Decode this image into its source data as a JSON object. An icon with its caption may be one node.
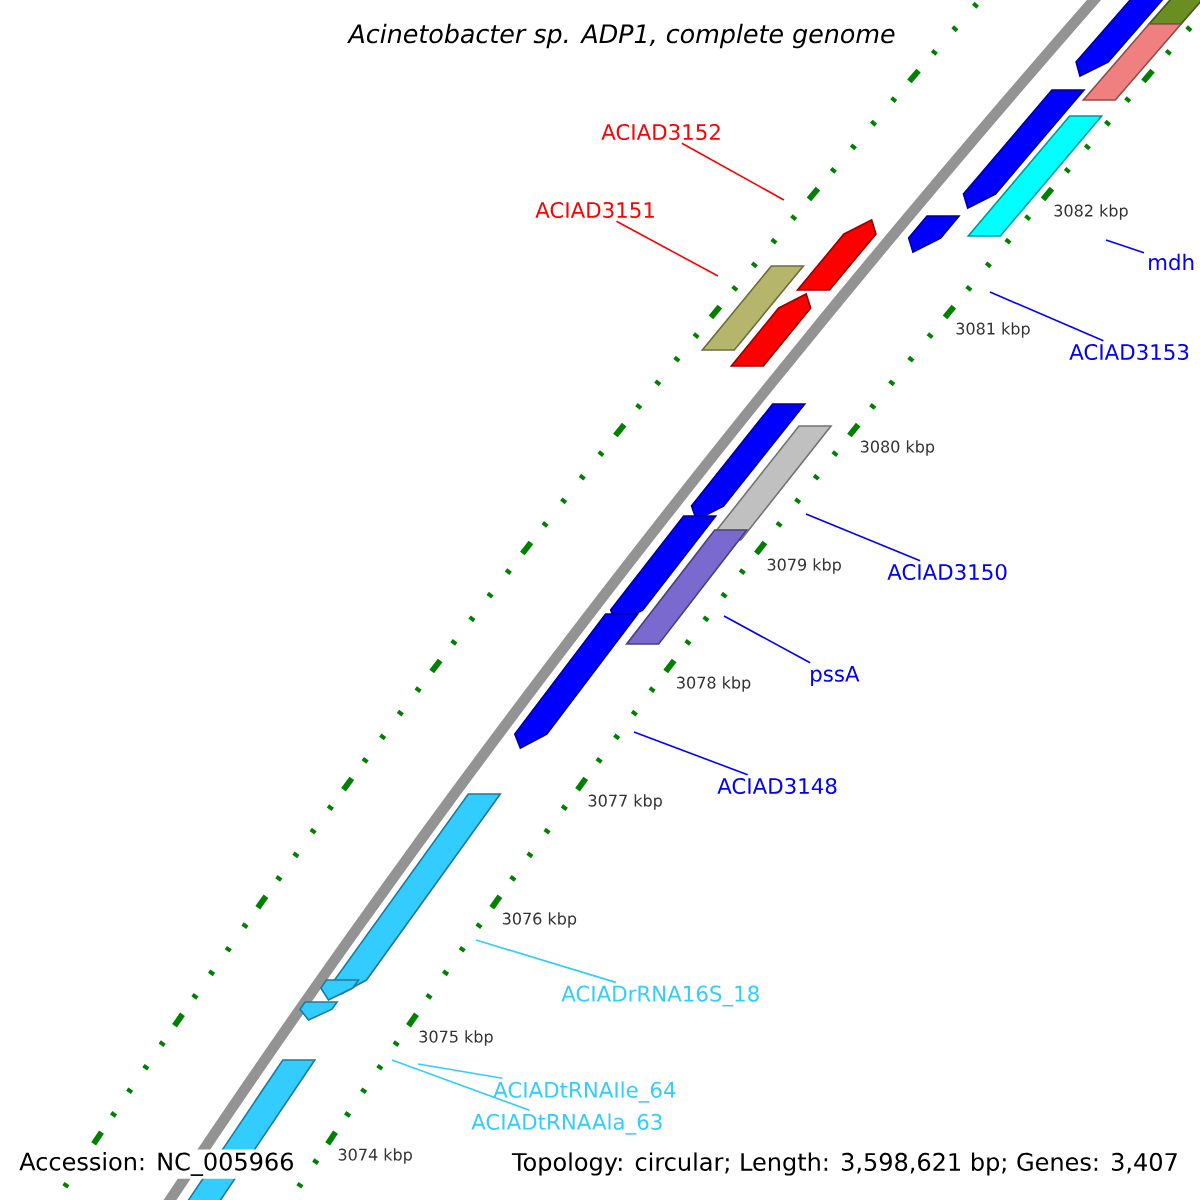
{
  "diagram": {
    "title": "Acinetobacter sp. ADP1, complete genome",
    "nodes": [
      {
        "text": [
          "ACIAD3152"
        ]
      },
      {
        "text": [
          "ACIAD3151"
        ]
      },
      {
        "text": [
          "mdh"
        ]
      },
      {
        "text": [
          "ACIAD3153"
        ]
      },
      {
        "text": [
          "ACIAD3150"
        ]
      },
      {
        "text": [
          "pssA"
        ]
      },
      {
        "text": [
          "ACIAD3148"
        ]
      },
      {
        "text": [
          "ACIADrRNA16S_18"
        ]
      },
      {
        "text": [
          "ACIADtRNAIle_64"
        ]
      },
      {
        "text": [
          "ACIADtRNAAla_63"
        ]
      }
    ],
    "edges": [
      {
        "from": 0,
        "to": null,
        "arrow": "none",
        "color": "#ff0000"
      },
      {
        "from": 1,
        "to": null,
        "arrow": "none",
        "color": "#ff0000"
      },
      {
        "from": 2,
        "to": null,
        "arrow": "none"
      },
      {
        "from": 3,
        "to": null,
        "arrow": "none"
      },
      {
        "from": 4,
        "to": null,
        "arrow": "none"
      },
      {
        "from": 5,
        "to": null,
        "arrow": "none"
      },
      {
        "from": 6,
        "to": null,
        "arrow": "none"
      },
      {
        "from": 7,
        "to": null,
        "arrow": "none",
        "color": "#33ccff"
      },
      {
        "from": 8,
        "to": null,
        "arrow": "none",
        "color": "#33ccff"
      },
      {
        "from": 9,
        "to": null,
        "arrow": "none",
        "color": "#33ccff"
      }
    ],
    "labels": [
      "3082 kbp",
      "3081 kbp",
      "3080 kbp",
      "3079 kbp",
      "3078 kbp",
      "3077 kbp",
      "3076 kbp",
      "3075 kbp",
      "3074 kbp",
      "Accession: NC_005966",
      "Topology: circular; Length: 3,598,621 bp; Genes: 3,407"
    ]
  }
}
